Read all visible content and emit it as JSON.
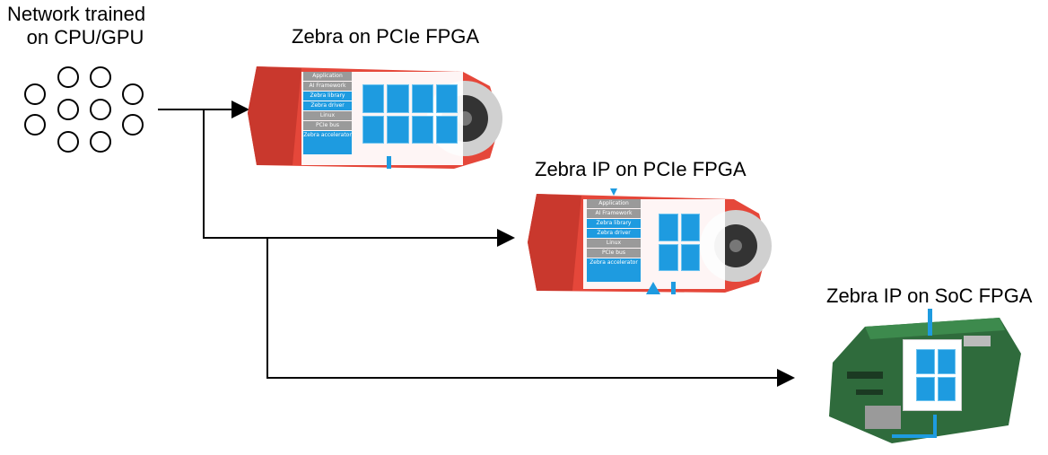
{
  "source": {
    "title_line1": "Network trained",
    "title_line2": "on CPU/GPU"
  },
  "targets": [
    {
      "title": "Zebra on PCIe FPGA"
    },
    {
      "title": "Zebra IP on PCIe FPGA"
    },
    {
      "title": "Zebra IP on SoC FPGA"
    }
  ],
  "stack_layers": [
    "Application",
    "AI Framework",
    "Zebra library",
    "Zebra driver",
    "Linux",
    "PCIe bus",
    "Zebra accelerator"
  ],
  "colors": {
    "accent": "#1e9be0",
    "board_red": "#e5473a",
    "board_green": "#2f6b3c"
  }
}
